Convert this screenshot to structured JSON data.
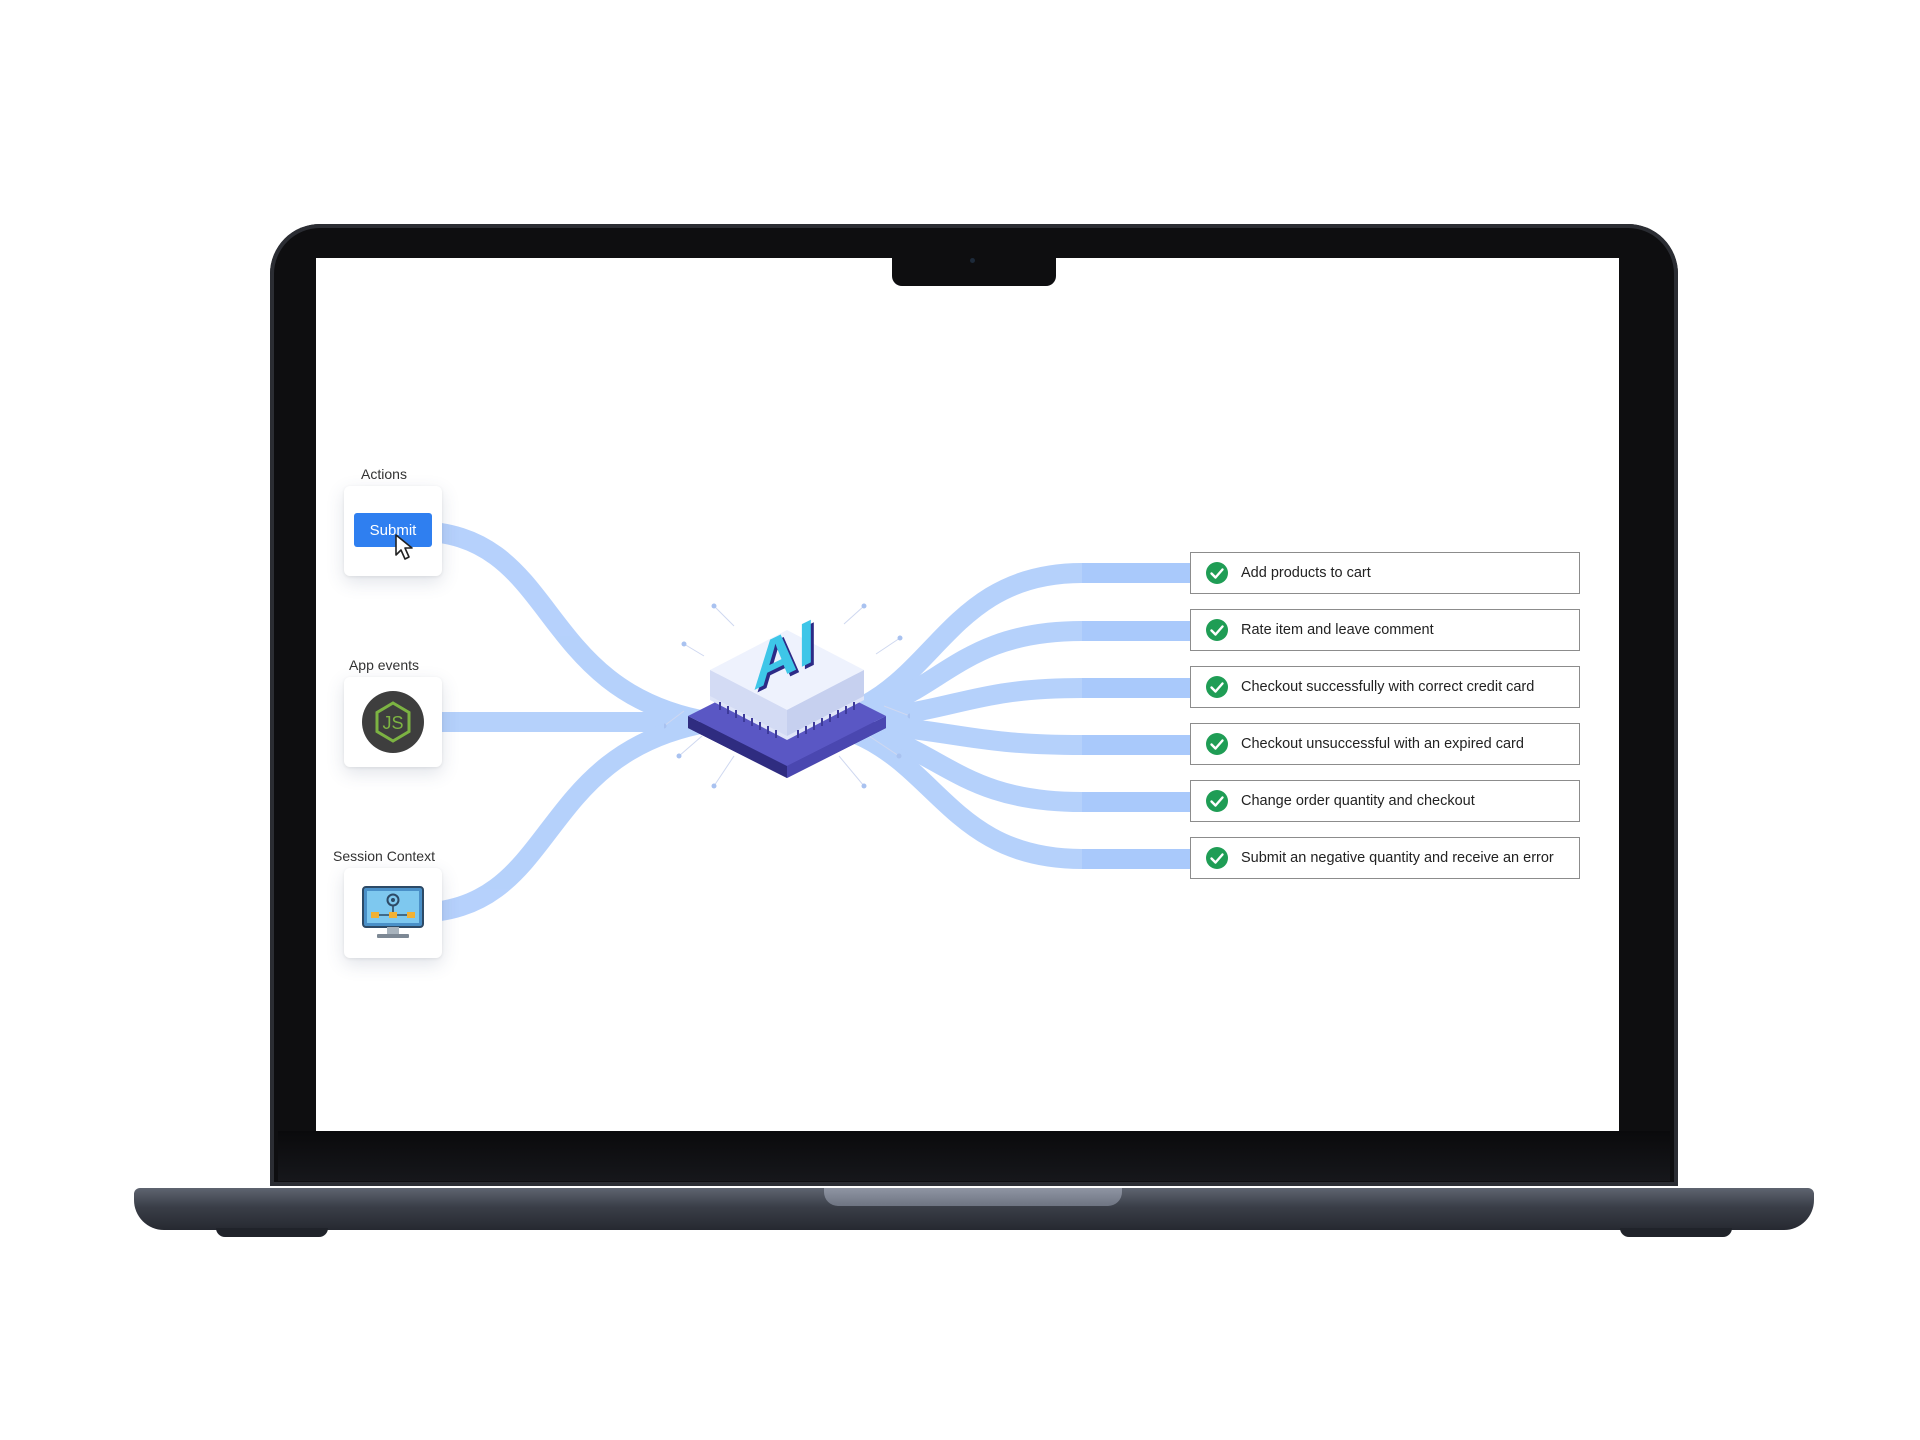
{
  "inputs": {
    "actions": {
      "label": "Actions",
      "button_label": "Submit"
    },
    "app_events": {
      "label": "App events",
      "icon": "nodejs-icon"
    },
    "session_context": {
      "label": "Session Context",
      "icon": "monitor-icon"
    }
  },
  "engine": {
    "label": "AI",
    "icon": "ai-chip-icon"
  },
  "results": [
    {
      "label": "Add products to cart",
      "status": "passed"
    },
    {
      "label": "Rate item and leave comment",
      "status": "passed"
    },
    {
      "label": "Checkout successfully with correct credit card",
      "status": "passed"
    },
    {
      "label": "Checkout unsuccessful with an expired  card",
      "status": "passed"
    },
    {
      "label": "Change order quantity and checkout",
      "status": "passed"
    },
    {
      "label": "Submit an negative quantity and receive an error",
      "status": "passed"
    }
  ],
  "colors": {
    "flow": "#a9c9fb",
    "button": "#2f7ff0",
    "check": "#1f9d55",
    "chip_top": "#e8ecfb",
    "chip_side": "#3d3a9a",
    "ai_letters": "#3ec6e8"
  }
}
